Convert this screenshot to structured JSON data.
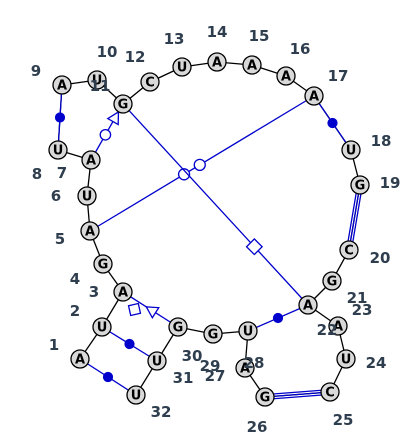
{
  "nucleotides": [
    {
      "n": 1,
      "base": "A",
      "label": "1"
    },
    {
      "n": 2,
      "base": "U",
      "label": "2"
    },
    {
      "n": 3,
      "base": "A",
      "label": "3"
    },
    {
      "n": 4,
      "base": "G",
      "label": "4"
    },
    {
      "n": 5,
      "base": "A",
      "label": "5"
    },
    {
      "n": 6,
      "base": "U",
      "label": "6"
    },
    {
      "n": 7,
      "base": "A",
      "label": "7"
    },
    {
      "n": 8,
      "base": "U",
      "label": "8"
    },
    {
      "n": 9,
      "base": "A",
      "label": "9"
    },
    {
      "n": 10,
      "base": "U",
      "label": "10"
    },
    {
      "n": 11,
      "base": "G",
      "label": "11"
    },
    {
      "n": 12,
      "base": "C",
      "label": "12"
    },
    {
      "n": 13,
      "base": "U",
      "label": "13"
    },
    {
      "n": 14,
      "base": "A",
      "label": "14"
    },
    {
      "n": 15,
      "base": "A",
      "label": "15"
    },
    {
      "n": 16,
      "base": "A",
      "label": "16"
    },
    {
      "n": 17,
      "base": "A",
      "label": "17"
    },
    {
      "n": 18,
      "base": "U",
      "label": "18"
    },
    {
      "n": 19,
      "base": "G",
      "label": "19"
    },
    {
      "n": 20,
      "base": "C",
      "label": "20"
    },
    {
      "n": 21,
      "base": "G",
      "label": "21"
    },
    {
      "n": 22,
      "base": "A",
      "label": "22"
    },
    {
      "n": 23,
      "base": "A",
      "label": "23"
    },
    {
      "n": 24,
      "base": "U",
      "label": "24"
    },
    {
      "n": 25,
      "base": "C",
      "label": "25"
    },
    {
      "n": 26,
      "base": "G",
      "label": "26"
    },
    {
      "n": 27,
      "base": "A",
      "label": "27"
    },
    {
      "n": 28,
      "base": "U",
      "label": "28"
    },
    {
      "n": 29,
      "base": "G",
      "label": "29"
    },
    {
      "n": 30,
      "base": "G",
      "label": "30"
    },
    {
      "n": 31,
      "base": "U",
      "label": "31"
    },
    {
      "n": 32,
      "base": "U",
      "label": "32"
    }
  ],
  "interactions": [
    {
      "a": 1,
      "b": 32,
      "type": "watson-crick"
    },
    {
      "a": 2,
      "b": 31,
      "type": "watson-crick"
    },
    {
      "a": 3,
      "b": 30,
      "type": "non-canonical"
    },
    {
      "a": 5,
      "b": 17,
      "type": "pseudoknot"
    },
    {
      "a": 7,
      "b": 11,
      "type": "non-canonical"
    },
    {
      "a": 8,
      "b": 9,
      "type": "watson-crick"
    },
    {
      "a": 11,
      "b": 22,
      "type": "non-canonical"
    },
    {
      "a": 17,
      "b": 18,
      "type": "watson-crick"
    },
    {
      "a": 19,
      "b": 20,
      "type": "gc-triple"
    },
    {
      "a": 22,
      "b": 28,
      "type": "watson-crick"
    },
    {
      "a": 25,
      "b": 26,
      "type": "gc-triple"
    }
  ],
  "colors": {
    "pair": "#0000cc",
    "nucleotide_fill": "#d9d9d9",
    "index_label": "#2f3e4e"
  }
}
